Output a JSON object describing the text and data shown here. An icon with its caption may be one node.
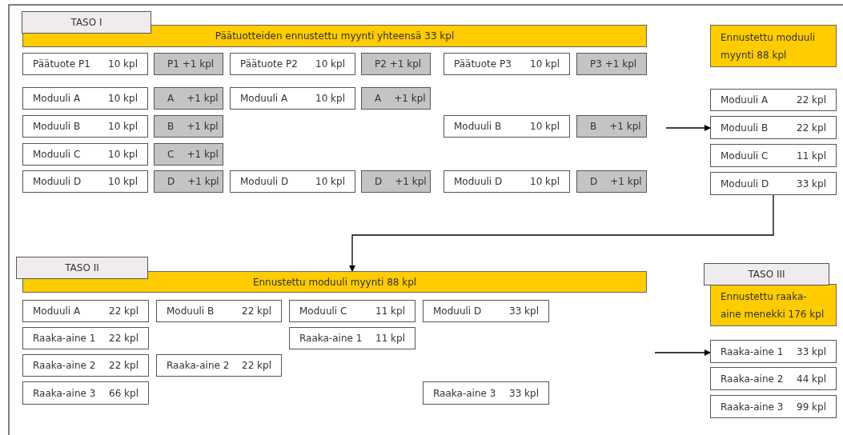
{
  "diagram": {
    "nodes": [
      {
        "text": [
          "TASO I"
        ]
      },
      {
        "text": [
          "Päätuotteiden ennustettu myynti yhteensä 33 kpl"
        ]
      },
      {
        "text": [
          "Päätuote P1",
          "10 kpl"
        ]
      },
      {
        "text": [
          "P1 +1 kpl"
        ]
      },
      {
        "text": [
          "Päätuote P2",
          "10 kpl"
        ]
      },
      {
        "text": [
          "P2 +1 kpl"
        ]
      },
      {
        "text": [
          "Päätuote P3",
          "10 kpl"
        ]
      },
      {
        "text": [
          "P3 +1 kpl"
        ]
      },
      {
        "text": [
          "Moduuli A",
          "10 kpl"
        ]
      },
      {
        "text": [
          "A",
          "+1 kpl"
        ]
      },
      {
        "text": [
          "Moduuli A",
          "10 kpl"
        ]
      },
      {
        "text": [
          "A",
          "+1 kpl"
        ]
      },
      {
        "text": [
          "Moduuli B",
          "10 kpl"
        ]
      },
      {
        "text": [
          "B",
          "+1 kpl"
        ]
      },
      {
        "text": [
          "Moduuli B",
          "10 kpl"
        ]
      },
      {
        "text": [
          "B",
          "+1 kpl"
        ]
      },
      {
        "text": [
          "Moduuli C",
          "10 kpl"
        ]
      },
      {
        "text": [
          "C",
          "+1 kpl"
        ]
      },
      {
        "text": [
          "Moduuli D",
          "10 kpl"
        ]
      },
      {
        "text": [
          "D",
          "+1 kpl"
        ]
      },
      {
        "text": [
          "Moduuli D",
          "10 kpl"
        ]
      },
      {
        "text": [
          "D",
          "+1 kpl"
        ]
      },
      {
        "text": [
          "Moduuli D",
          "10 kpl"
        ]
      },
      {
        "text": [
          "D",
          "+1 kpl"
        ]
      },
      {
        "text": [
          "Ennustettu moduuli myynti 88 kpl"
        ]
      },
      {
        "text": [
          "Moduuli A",
          "22 kpl"
        ]
      },
      {
        "text": [
          "Moduuli B",
          "22 kpl"
        ]
      },
      {
        "text": [
          "Moduuli C",
          "11 kpl"
        ]
      },
      {
        "text": [
          "Moduuli D",
          "33 kpl"
        ]
      },
      {
        "text": [
          "TASO II"
        ]
      },
      {
        "text": [
          "Ennustettu moduuli myynti 88 kpl"
        ]
      },
      {
        "text": [
          "Moduuli A",
          "22 kpl"
        ]
      },
      {
        "text": [
          "Moduuli B",
          "22 kpl"
        ]
      },
      {
        "text": [
          "Moduuli C",
          "11 kpl"
        ]
      },
      {
        "text": [
          "Moduuli D",
          "33 kpl"
        ]
      },
      {
        "text": [
          "Raaka-aine 1",
          "22 kpl"
        ]
      },
      {
        "text": [
          "Raaka-aine 1",
          "11 kpl"
        ]
      },
      {
        "text": [
          "Raaka-aine 2",
          "22 kpl"
        ]
      },
      {
        "text": [
          "Raaka-aine 2",
          "22 kpl"
        ]
      },
      {
        "text": [
          "Raaka-aine 3",
          "66 kpl"
        ]
      },
      {
        "text": [
          "Raaka-aine 3",
          "33 kpl"
        ]
      },
      {
        "text": [
          "TASO III"
        ]
      },
      {
        "text": [
          "Ennustettu raaka-aine menekki 176 kpl"
        ]
      },
      {
        "text": [
          "Raaka-aine 1",
          "33 kpl"
        ]
      },
      {
        "text": [
          "Raaka-aine 2",
          "44 kpl"
        ]
      },
      {
        "text": [
          "Raaka-aine 3",
          "99 kpl"
        ]
      }
    ],
    "edges": [
      {
        "from": null,
        "to": 26,
        "arrow": "to"
      },
      {
        "from": 28,
        "to": 30,
        "arrow": "to"
      },
      {
        "from": null,
        "to": 43,
        "arrow": "to"
      }
    ]
  }
}
